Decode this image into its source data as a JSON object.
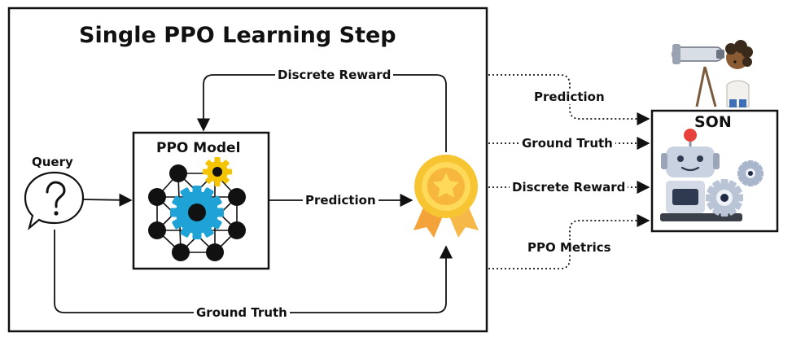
{
  "title": "Single PPO Learning Step",
  "nodes": {
    "query": "Query",
    "ppo_model": "PPO Model",
    "son": "SON"
  },
  "edges": {
    "discrete_reward": "Discrete Reward",
    "prediction": "Prediction",
    "ground_truth": "Ground Truth"
  },
  "son_links": {
    "prediction": "Prediction",
    "ground_truth": "Ground Truth",
    "discrete_reward": "Discrete Reward",
    "ppo_metrics": "PPO Metrics"
  },
  "icons": {
    "query": "question-bubble-icon",
    "model": "gear-network-icon",
    "reward": "award-medal-icon",
    "son": "robot-gears-icon",
    "observer": "telescope-child-icon"
  },
  "colors": {
    "gear_blue": "#1fa3d6",
    "gear_yellow": "#f5c400",
    "medal_gold": "#f7c531",
    "ribbon_orange": "#f4a23a",
    "robot_grey": "#b9c4d6",
    "robot_red": "#e8413c"
  }
}
